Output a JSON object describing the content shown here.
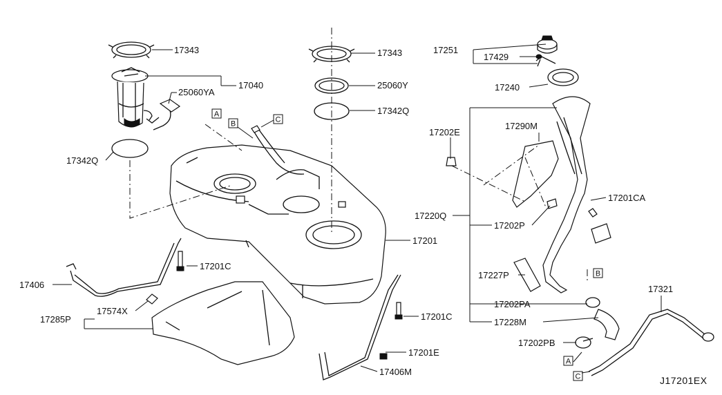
{
  "diagram_code": "J17201EX",
  "labels": {
    "p17343_left": "17343",
    "p17040": "17040",
    "p25060YA": "25060YA",
    "p17342Q_left": "17342Q",
    "p17343_mid": "17343",
    "p25060Y": "25060Y",
    "p17342Q_mid": "17342Q",
    "p17251": "17251",
    "p17429": "17429",
    "p17240": "17240",
    "p17202E": "17202E",
    "p17290M": "17290M",
    "p17201CA": "17201CA",
    "p17220Q": "17220Q",
    "p17202P": "17202P",
    "p17201": "17201",
    "p17201C_left": "17201C",
    "p17406": "17406",
    "p17574X": "17574X",
    "p17285P": "17285P",
    "p17201C_right": "17201C",
    "p17201E_bottom": "17201E",
    "p17406M": "17406M",
    "p17227P": "17227P",
    "p17202PA": "17202PA",
    "p17228M": "17228M",
    "p17321": "17321",
    "p17202PB": "17202PB"
  },
  "ref_boxes": {
    "a_top": "A",
    "b_top": "B",
    "c_top": "C",
    "b_right": "B",
    "a_bottom": "A",
    "c_bottom": "C"
  }
}
